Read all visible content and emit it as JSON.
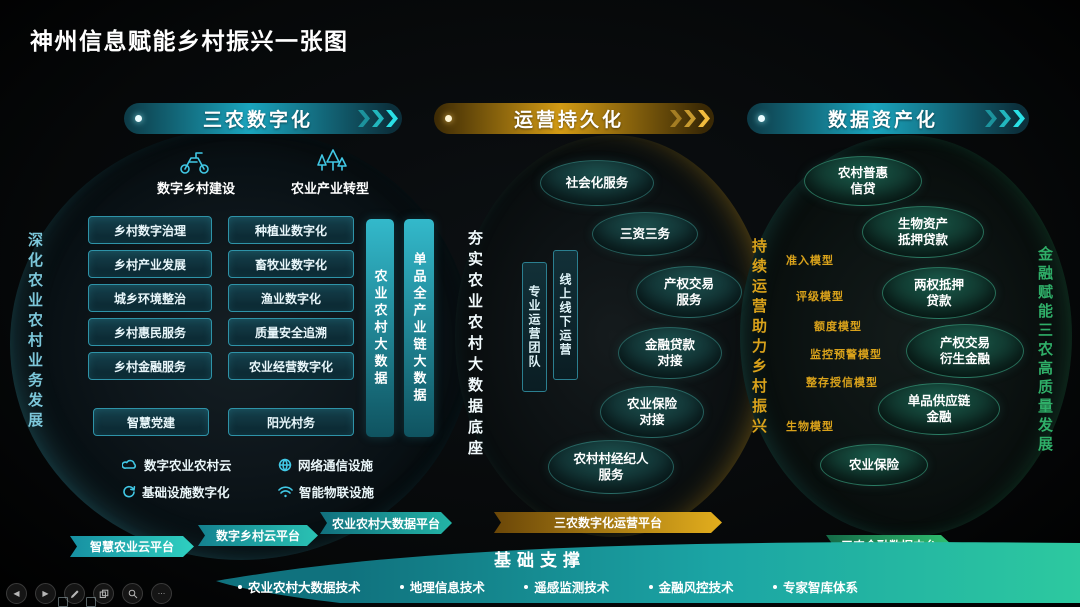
{
  "title": "神州信息赋能乡村振兴一张图",
  "col1": {
    "header": "三农数字化",
    "left_vertical": "深化农业农村业务发展",
    "right_vertical": "夯实农业农村大数据底座",
    "group1": "数字乡村建设",
    "group2": "农业产业转型",
    "left_items": [
      "乡村数字治理",
      "乡村产业发展",
      "城乡环境整治",
      "乡村惠民服务",
      "乡村金融服务",
      "智慧党建"
    ],
    "right_items": [
      "种植业数字化",
      "畜牧业数字化",
      "渔业数字化",
      "质量安全追溯",
      "农业经营数字化",
      "阳光村务"
    ],
    "bar1": "农业农村大数据",
    "bar2": "单品全产业链大数据",
    "infra": [
      "数字农业农村云",
      "网络通信设施",
      "基础设施数字化",
      "智能物联设施"
    ],
    "platforms": [
      "智慧农业云平台",
      "数字乡村云平台",
      "农业农村大数据平台"
    ]
  },
  "col2": {
    "header": "运营持久化",
    "bar1": "专业运营团队",
    "bar2": "线上线下运营",
    "ellipses": [
      "社会化服务",
      "三资三务",
      "产权交易\n服务",
      "金融贷款\n对接",
      "农业保险\n对接",
      "农村村经纪人\n服务"
    ],
    "right_vertical": "持续运营助力乡村振兴",
    "platform": "三农数字化运营平台"
  },
  "col3": {
    "header": "数据资产化",
    "models": [
      "准入模型",
      "评级模型",
      "额度模型",
      "监控预警模型",
      "整存授信模型",
      "生物模型"
    ],
    "ellipses": [
      "农村普惠\n信贷",
      "生物资产\n抵押贷款",
      "两权抵押\n贷款",
      "产权交易\n衍生金融",
      "单品供应链\n金融",
      "农业保险"
    ],
    "right_vertical": "金融赋能三农高质量发展",
    "platform": "三农金融数据中台"
  },
  "footer": {
    "banner": "基础支撑",
    "items": [
      "农业农村大数据技术",
      "地理信息技术",
      "遥感监测技术",
      "金融风控技术",
      "专家智库体系"
    ]
  },
  "controls": {
    "prev": "◀",
    "next": "▶",
    "more": "…"
  },
  "colors": {
    "teal": "#24b6c9",
    "gold": "#d9a21b",
    "green": "#2fae68",
    "chevron_teal": "#2ae0e6"
  }
}
